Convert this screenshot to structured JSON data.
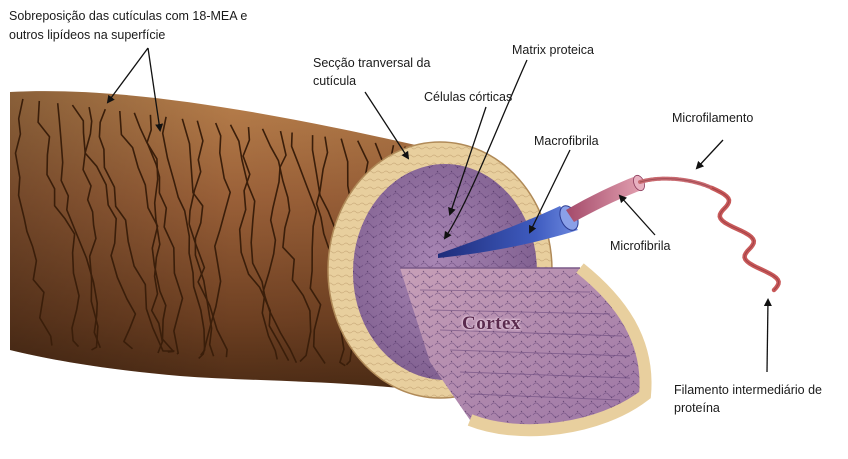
{
  "labels": {
    "cuticle_overlap_line1": "Sobreposição das cutículas com 18-MEA e",
    "cuticle_overlap_line2": "outros lipídeos na superfície",
    "cross_section_line1": "Secção tranversal da",
    "cross_section_line2": "cutícula",
    "protein_matrix": "Matrix proteica",
    "cortical_cells": "Células córticas",
    "macrofibril": "Macrofibrila",
    "microfilament": "Microfilamento",
    "microfibril": "Microfibrila",
    "cortex": "Cortex",
    "intermediate_filament_line1": "Filamento intermediário de",
    "intermediate_filament_line2": "proteína"
  },
  "colors": {
    "cuticle_brown": "#9a6038",
    "cuticle_dark": "#4a2810",
    "cuticle_ring": "#e8cf9e",
    "cortex_purple": "#8a6a98",
    "macrofibril_blue": "#3a4ea8",
    "microfilament_red": "#c85a5a"
  }
}
